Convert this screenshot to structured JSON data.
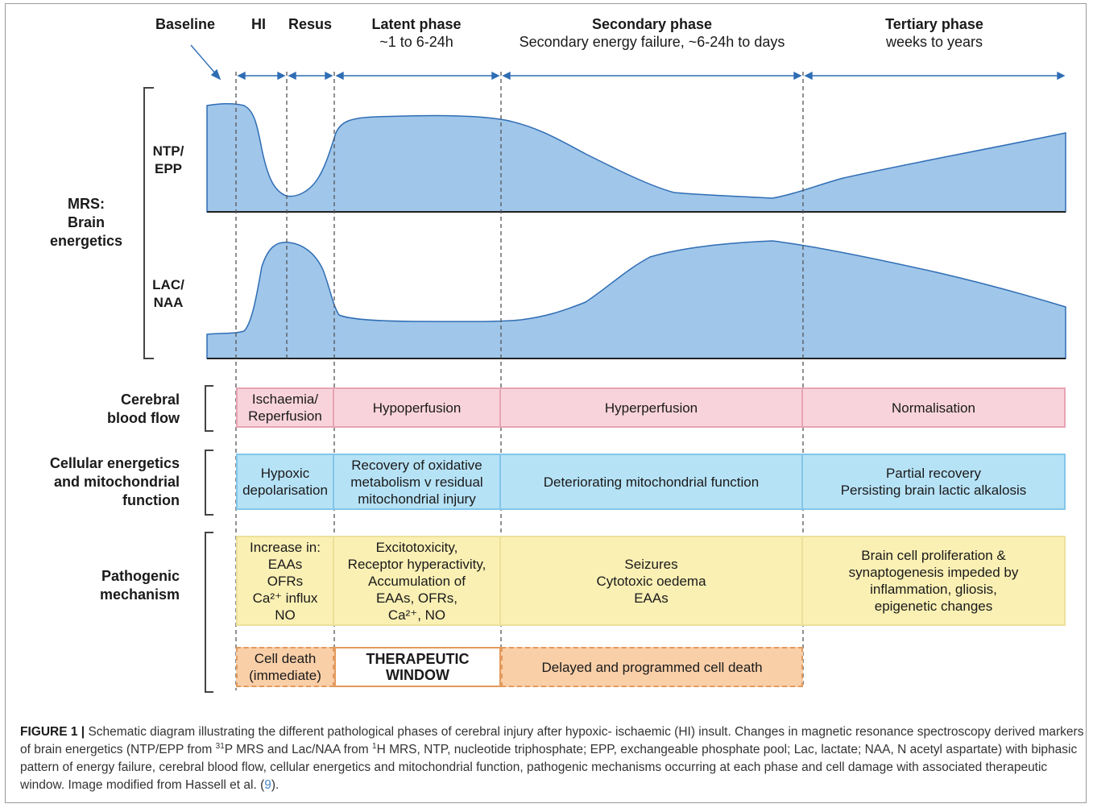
{
  "phases": {
    "baseline": {
      "title": "Baseline"
    },
    "hi": {
      "title": "HI"
    },
    "resus": {
      "title": "Resus"
    },
    "latent": {
      "title": "Latent phase",
      "sub": "~1 to 6-24h"
    },
    "secondary": {
      "title": "Secondary phase",
      "sub": "Secondary energy failure, ~6-24h to days"
    },
    "tertiary": {
      "title": "Tertiary phase",
      "sub": "weeks to years"
    }
  },
  "mrs": {
    "group_label": "MRS:\nBrain\nenergetics",
    "ntp_label": "NTP/\nEPP",
    "lac_label": "LAC/\nNAA",
    "fill_color": "#a0c6ea",
    "stroke_color": "#2f6db4"
  },
  "rows": {
    "cbf": {
      "label": "Cerebral\nblood flow",
      "cells": [
        "Ischaemia/\nReperfusion",
        "Hypoperfusion",
        "Hyperperfusion",
        "Normalisation"
      ]
    },
    "cellular": {
      "label": "Cellular energetics\nand mitochondrial\nfunction",
      "cells": [
        "Hypoxic\ndepolarisation",
        "Recovery of oxidative\nmetabolism v residual\nmitochondrial injury",
        "Deteriorating mitochondrial function",
        "Partial recovery\nPersisting brain lactic alkalosis"
      ]
    },
    "pathogenic": {
      "label": "Pathogenic\nmechanism",
      "cells": [
        "Increase in:\nEAAs\nOFRs\nCa²⁺ influx\nNO",
        "Excitotoxicity,\nReceptor hyperactivity,\nAccumulation of\nEAAs, OFRs,\nCa²⁺, NO",
        "Seizures\nCytotoxic oedema\nEAAs",
        "Brain cell proliferation &\nsynaptogenesis impeded by\ninflammation, gliosis,\nepigenetic changes"
      ]
    },
    "celldeath": {
      "cells": [
        "Cell death\n(immediate)",
        "THERAPEUTIC\nWINDOW",
        "Delayed and programmed cell death"
      ]
    }
  },
  "caption": {
    "label": "FIGURE 1 |",
    "text_1": "Schematic diagram illustrating the different pathological phases of cerebral injury after hypoxic- ischaemic (HI) insult. Changes in magnetic resonance spectroscopy derived markers of brain energetics (NTP/EPP from ",
    "sup_1": "31",
    "text_2": "P MRS and Lac/NAA from ",
    "sup_2": "1",
    "text_3": "H MRS, NTP, nucleotide triphosphate; EPP, exchangeable phosphate pool; Lac, lactate; NAA, N acetyl aspartate) with biphasic pattern of energy failure, cerebral blood flow, cellular energetics and mitochondrial function, pathogenic mechanisms occurring at each phase and cell damage with associated therapeutic window. Image modified from Hassell et al. (",
    "ref": "9",
    "text_4": ")."
  }
}
